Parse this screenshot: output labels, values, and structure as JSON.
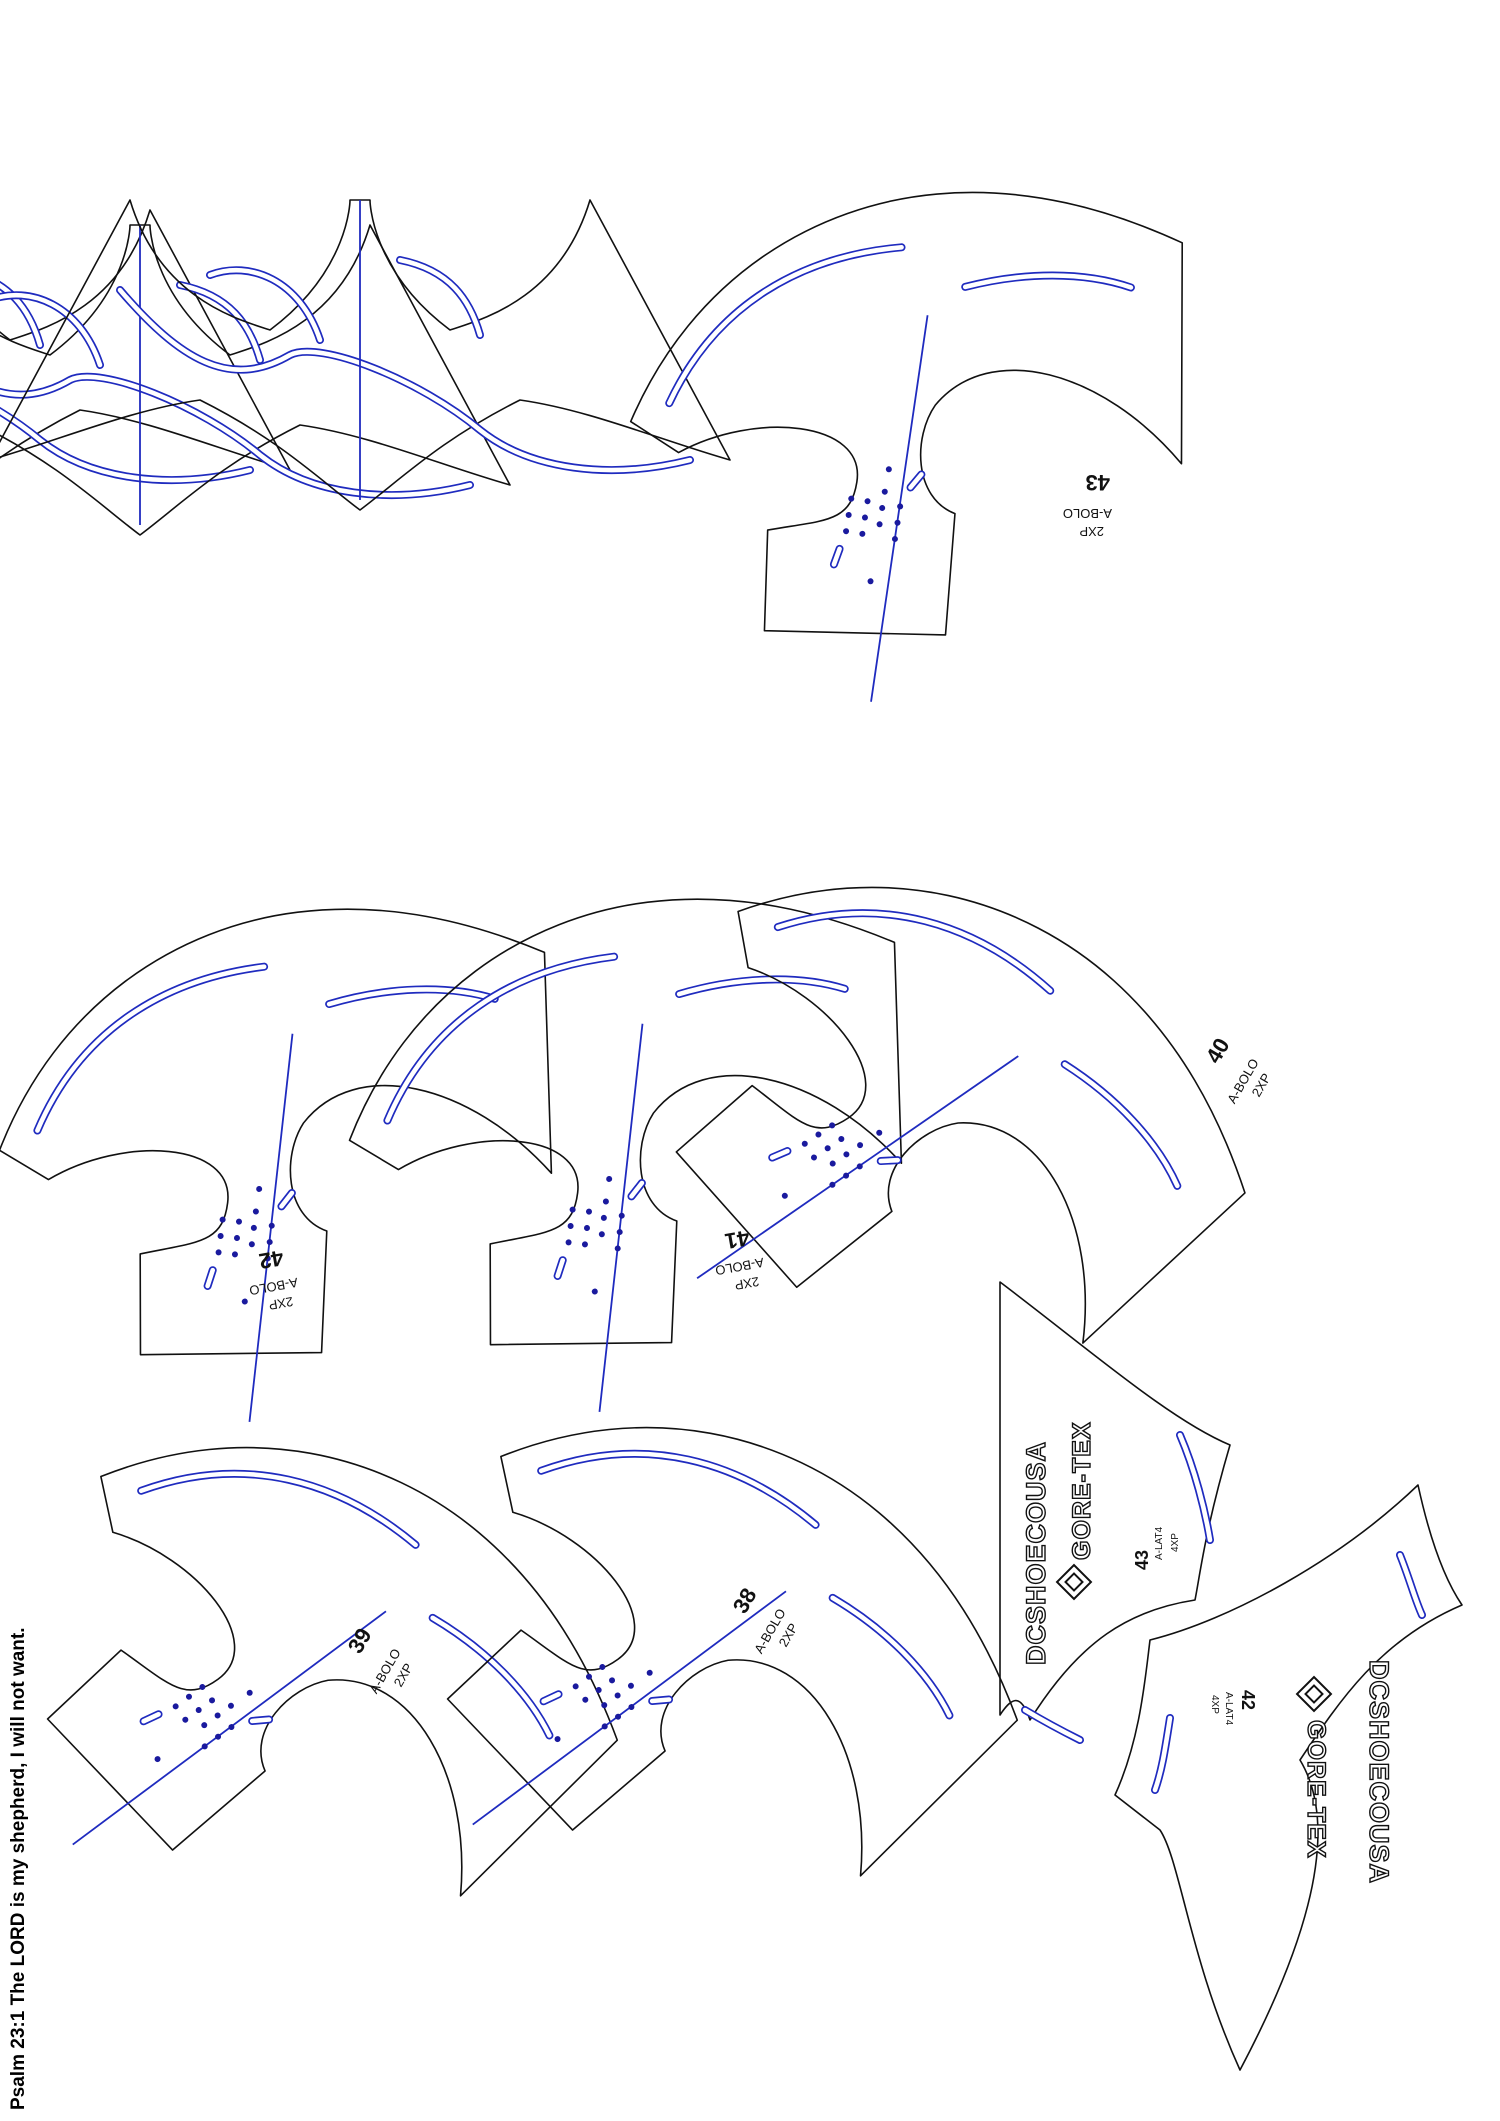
{
  "verse": "Psalm 23:1 The LORD is my shepherd, I will not want.",
  "colors": {
    "outline": "#111111",
    "stitch": "#1f2bbf",
    "punch_dots": "#1a1a9e",
    "background": "#ffffff"
  },
  "brand": {
    "name": "DCSHOECOUSA",
    "mark": "GORE-TEX"
  },
  "vamp_pieces": [
    {
      "size": "43",
      "code": "A-BOLO",
      "qty": "2XP"
    },
    {
      "size": "42",
      "code": "A-BOLO",
      "qty": "2XP"
    },
    {
      "size": "41",
      "code": "A-BOLO",
      "qty": "2XP"
    },
    {
      "size": "40",
      "code": "A-BOLO",
      "qty": "2XP"
    },
    {
      "size": "39",
      "code": "A-BOLO",
      "qty": "2XP"
    },
    {
      "size": "38",
      "code": "A-BOLO",
      "qty": "2XP"
    }
  ],
  "label_pieces": [
    {
      "size": "43",
      "code": "A-LAT4",
      "qty": "4XP"
    },
    {
      "size": "42",
      "code": "A-LAT4",
      "qty": "4XP"
    }
  ]
}
